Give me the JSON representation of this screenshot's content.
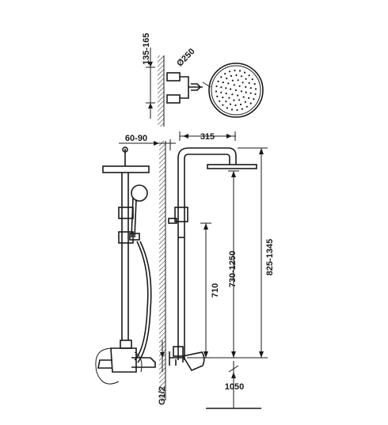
{
  "dimensions": {
    "top_offset": "135-165",
    "head_diameter": "Ø250",
    "wall_offset": "60-90",
    "arm_length": "315",
    "bar_height": "710",
    "head_height": "730-1250",
    "total_height": "825-1345",
    "thread": "G1/2",
    "floor_height": "1050"
  },
  "colors": {
    "line": "#1a1a1a",
    "background": "#ffffff"
  }
}
